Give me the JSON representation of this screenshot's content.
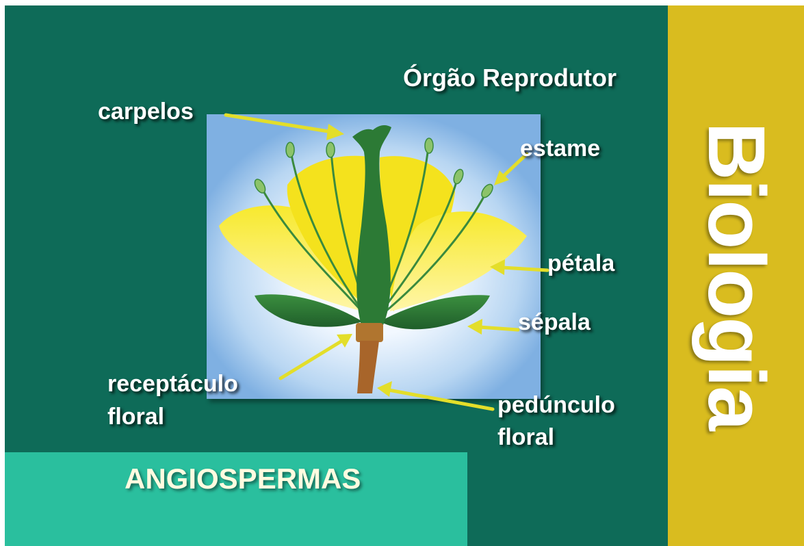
{
  "slide": {
    "heading": "Órgão Reprodutor",
    "side_title": "Biologia",
    "bottom_title": "ANGIOSPERMAS"
  },
  "labels": {
    "carpelos": "carpelos",
    "estame": "estame",
    "petala": "pétala",
    "sepala": "sépala",
    "receptaculo_line1": "receptáculo",
    "receptaculo_line2": "floral",
    "pedunculo_line1": "pedúnculo",
    "pedunculo_line2": "floral"
  },
  "colors": {
    "background": "#0e6b58",
    "side_band": "#d9bc1f",
    "bottom_band": "#2abf9e",
    "arrow": "#e3de2a",
    "petal": "#f5e21f",
    "stem_green": "#2e7d3a",
    "peduncle": "#a8652a"
  }
}
